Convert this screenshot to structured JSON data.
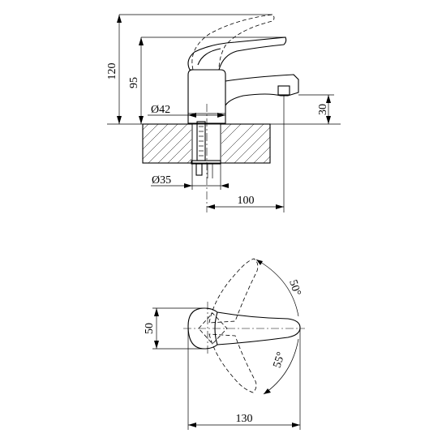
{
  "side_view": {
    "dim_height_total": "120",
    "dim_height_spout": "95",
    "dim_body_diameter": "Ø42",
    "dim_spout_height": "30",
    "dim_hole_diameter": "Ø35",
    "dim_reach": "100"
  },
  "top_view": {
    "dim_handle_width": "50",
    "dim_length": "130",
    "angle_upper": "50°",
    "angle_lower": "55°"
  }
}
